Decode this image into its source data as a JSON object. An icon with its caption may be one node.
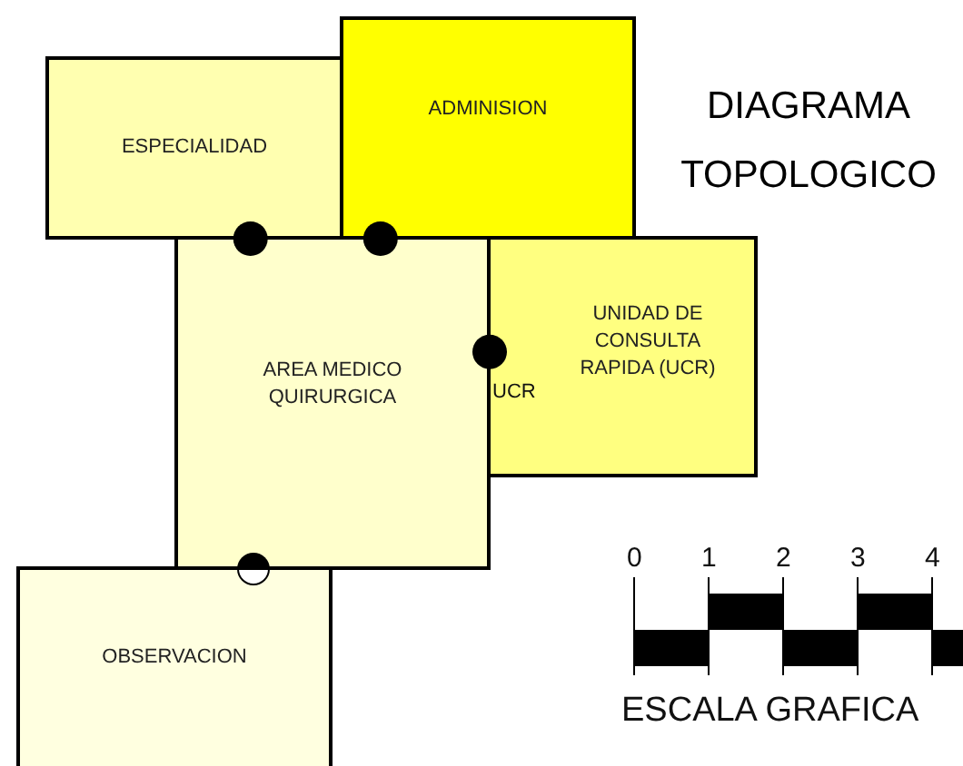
{
  "diagram": {
    "title": "DIAGRAMA TOPOLOGICO",
    "nodes": [
      {
        "text": [
          "ESPECIALIDAD"
        ]
      },
      {
        "text": [
          "ADMINISION"
        ]
      },
      {
        "text": [
          "AREA MEDICO QUIRURGICA"
        ]
      },
      {
        "text": [
          "UNIDAD DE CONSULTA RAPIDA (UCR)"
        ]
      },
      {
        "text": [
          "OBSERVACION"
        ]
      }
    ],
    "edges": [
      {
        "from": 0,
        "to": 2,
        "arrow": "other"
      },
      {
        "from": 1,
        "to": 2,
        "arrow": "other"
      },
      {
        "from": 2,
        "to": 3,
        "arrow": "other"
      },
      {
        "from": 2,
        "to": 4,
        "arrow": "other"
      }
    ],
    "labels": [
      "UCR",
      "0",
      "1",
      "2",
      "3",
      "4",
      "ESCALA GRAFICA"
    ]
  }
}
